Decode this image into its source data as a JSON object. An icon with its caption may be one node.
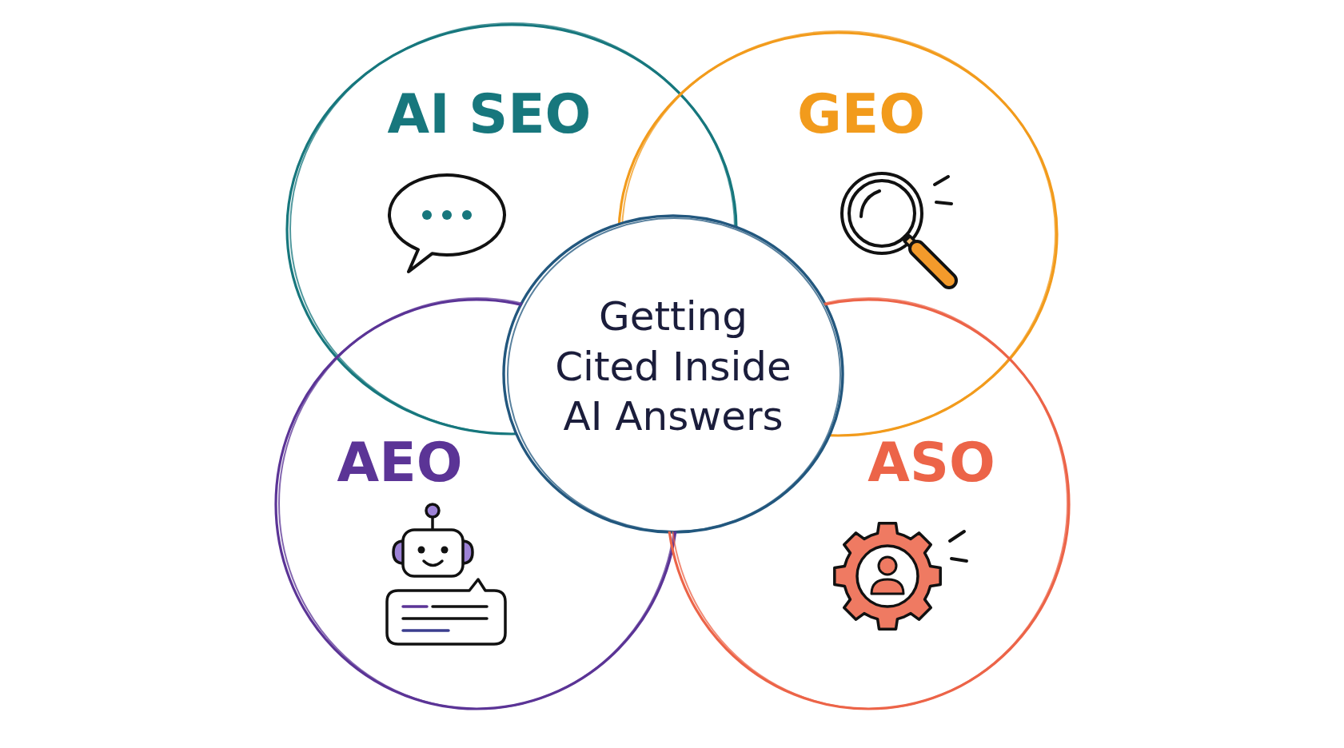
{
  "diagram": {
    "nodes": [
      {
        "text": [
          "AI SEO"
        ]
      },
      {
        "text": [
          "GEO"
        ]
      },
      {
        "text": [
          "Getting Cited Inside AI Answers"
        ]
      },
      {
        "text": [
          "AEO"
        ]
      },
      {
        "text": [
          "ASO"
        ]
      }
    ]
  }
}
